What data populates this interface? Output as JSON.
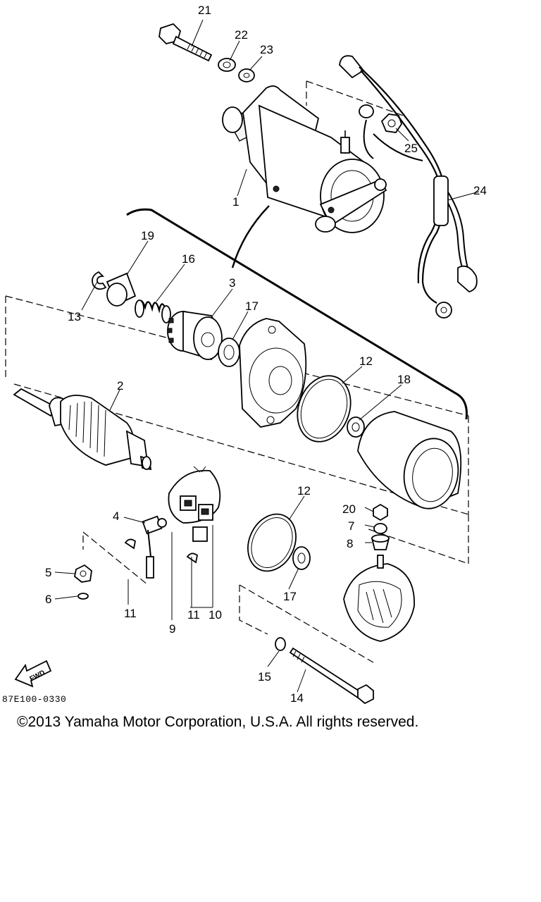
{
  "diagram": {
    "callouts": [
      "21",
      "22",
      "23",
      "25",
      "24",
      "1",
      "19",
      "16",
      "3",
      "13",
      "17",
      "12",
      "18",
      "2",
      "20",
      "7",
      "8",
      "4",
      "12",
      "17",
      "5",
      "6",
      "11",
      "11",
      "10",
      "9",
      "15",
      "14"
    ],
    "fwd_label": "FWD",
    "ref_code": "87E100-0330"
  },
  "footer": {
    "copyright": "©2013 Yamaha Motor Corporation, U.S.A. All rights reserved."
  }
}
